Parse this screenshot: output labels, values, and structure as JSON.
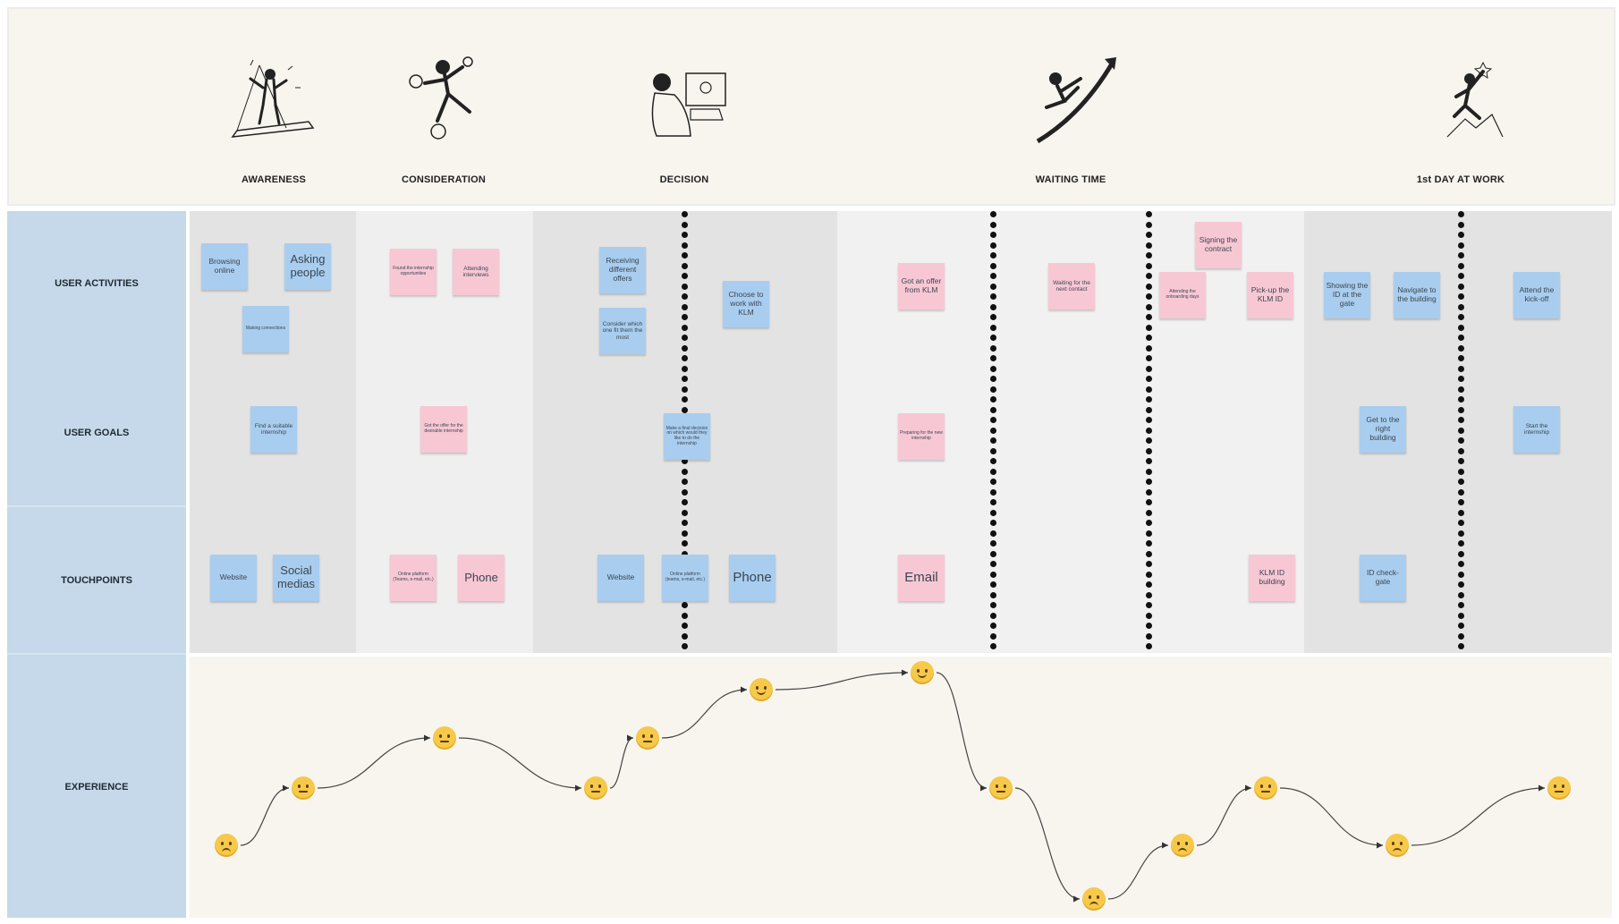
{
  "phases": {
    "awareness": "AWARENESS",
    "consideration": "CONSIDERATION",
    "decision": "DECISION",
    "waiting": "WAITING TIME",
    "first_day": "1st DAY AT WORK"
  },
  "rows": {
    "activities": "USER ACTIVITIES",
    "goals": "USER GOALS",
    "touchpoints": "TOUCHPOINTS",
    "experience": "EXPERIENCE"
  },
  "notes": {
    "a1": "Browsing online",
    "a2": "Asking people",
    "a3": "Making connections",
    "a4": "Found the internship opportunities",
    "a5": "Attending interviews",
    "a6": "Receiving different offers",
    "a7": "Consider which one fit them the most",
    "a8": "Choose to work with KLM",
    "a9": "Got an offer from KLM",
    "a10": "Waiting for the next contact",
    "a11": "Signing the contract",
    "a12": "Attending the onboarding days",
    "a13": "Pick-up the KLM ID",
    "a14": "Showing the ID at the gate",
    "a15": "Navigate to the building",
    "a16": "Attend the kick-off",
    "g1": "Find a suitable internship",
    "g2": "Got the offer for the desirable internship",
    "g3": "Make a final decision on which would they like to do the internship",
    "g4": "Preparing for the new internship",
    "g5": "Get to the right building",
    "g6": "Start the internship",
    "t1": "Website",
    "t2": "Social medias",
    "t3": "Online platform (Teams, e-mail, etc.)",
    "t4": "Phone",
    "t5": "Website",
    "t6": "Online platform (teams, e-mail, etc.)",
    "t7": "Phone",
    "t8": "Email",
    "t9": "KLM ID building",
    "t10": "ID check-gate"
  },
  "experience": [
    {
      "mood": "sad"
    },
    {
      "mood": "neutral"
    },
    {
      "mood": "neutral"
    },
    {
      "mood": "neutral"
    },
    {
      "mood": "neutral"
    },
    {
      "mood": "smile"
    },
    {
      "mood": "smile"
    },
    {
      "mood": "neutral"
    },
    {
      "mood": "sad"
    },
    {
      "mood": "sad"
    },
    {
      "mood": "neutral"
    },
    {
      "mood": "sad"
    },
    {
      "mood": "neutral"
    }
  ],
  "colors": {
    "note_blue": "#a9cdef",
    "note_pink": "#f7c8d4",
    "label_column": "#c5d9ea",
    "header_bg": "#f7f5ee"
  },
  "icons": [
    "spotlight-person-icon",
    "balancing-person-icon",
    "video-call-person-icon",
    "rocket-person-icon",
    "climbing-person-icon"
  ]
}
